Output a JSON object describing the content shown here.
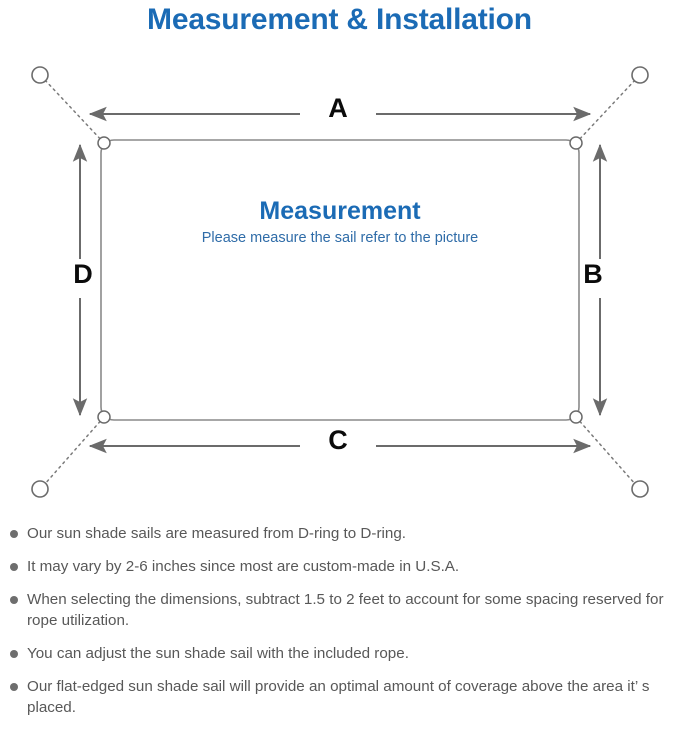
{
  "page": {
    "title": "Measurement & Installation",
    "title_color": "#1b6bb5"
  },
  "diagram": {
    "sail": {
      "heading": "Measurement",
      "subheading": "Please measure the sail refer to the picture",
      "heading_color": "#1b6bb5",
      "border_color": "#8a8a8a"
    },
    "dimension_labels": {
      "top": "A",
      "right": "B",
      "bottom": "C",
      "left": "D"
    },
    "icons": {
      "anchor_point": "anchor-circle-icon",
      "d_ring": "d-ring-circle-icon",
      "rope": "dotted-rope-line-icon",
      "measure_arrow": "double-headed-arrow-icon"
    },
    "arrow_color": "#6b6b6b",
    "rope_color": "#7a7a7a"
  },
  "notes": {
    "bullet_color": "#6e6e6e",
    "text_color": "#585858",
    "items": [
      "Our sun shade sails are measured from D-ring to D-ring.",
      "It may vary by 2-6 inches since most are custom-made in U.S.A.",
      "When selecting the dimensions, subtract 1.5 to 2 feet to account for some spacing reserved for rope utilization.",
      "You can adjust the sun shade sail with the included rope.",
      "Our flat-edged sun shade sail will provide an optimal amount of coverage above the area it’ s placed."
    ]
  }
}
